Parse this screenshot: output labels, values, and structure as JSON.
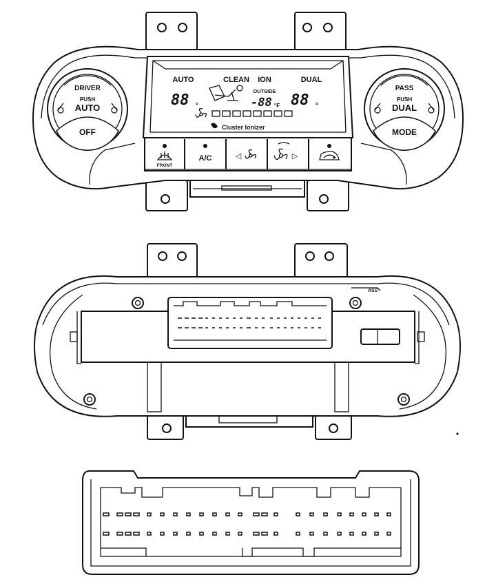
{
  "front_panel": {
    "display": {
      "mode_auto": "AUTO",
      "mode_clean": "CLEAN",
      "mode_ion": "ION",
      "mode_dual": "DUAL",
      "outside_label": "OUTSIDE",
      "left_temp": "88",
      "left_temp_unit": "°",
      "outside_temp": "-88",
      "outside_temp_unit": "°F",
      "right_temp": "88",
      "right_temp_unit": "°",
      "brand": "Cluster Ionizer"
    },
    "left_knob": {
      "top_label": "DRIVER",
      "push_label": "PUSH",
      "main_label": "AUTO",
      "bottom_label": "OFF"
    },
    "right_knob": {
      "top_label": "PASS",
      "push_label": "PUSH",
      "main_label": "DUAL",
      "bottom_label": "MODE"
    },
    "buttons": {
      "front_defrost": "FRONT",
      "ac": "A/C",
      "fan_down": "◁",
      "fan_up": "▷"
    }
  },
  "rear_panel": {
    "tag_label": "ASS"
  },
  "icons": {
    "fan": "fan-icon",
    "defrost": "front-defrost-icon",
    "recirculation": "air-recirculation-icon",
    "seated_person": "seated-person-icon",
    "mounting_screw": "mounting-screw-icon",
    "brand_logo": "ionizer-logo-icon"
  }
}
